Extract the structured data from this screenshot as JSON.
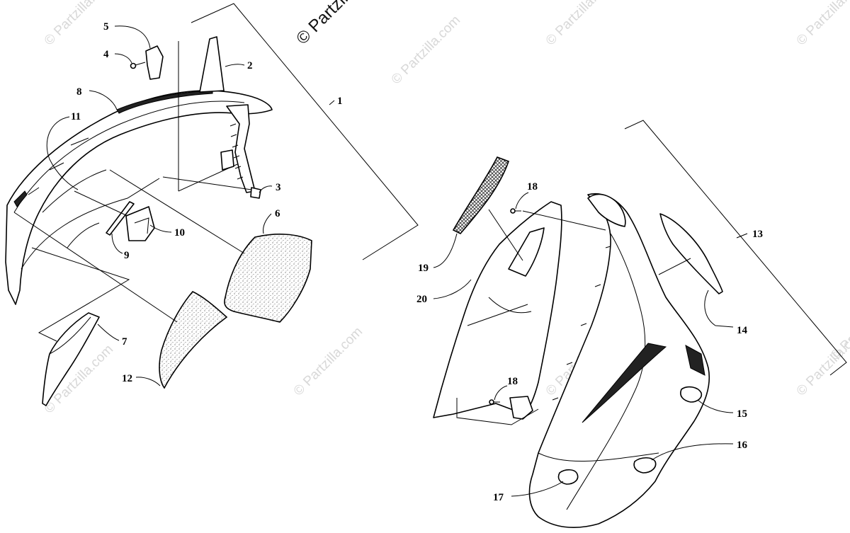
{
  "watermarks": [
    {
      "text": "© Partzilla.com"
    },
    {
      "text": "© Partzilla.com"
    },
    {
      "text": "© Partzilla.com"
    },
    {
      "text": "© Partzilla.com"
    },
    {
      "text": "© Partzilla.com"
    },
    {
      "text": "© Partzilla.com"
    },
    {
      "text": "© Partzilla.com"
    },
    {
      "text": "© Partzilla.com"
    },
    {
      "text": "© Partzilla.com"
    }
  ],
  "top_watermark": "© Partzilla",
  "callouts": [
    {
      "id": "1",
      "label": "1"
    },
    {
      "id": "2",
      "label": "2"
    },
    {
      "id": "3",
      "label": "3"
    },
    {
      "id": "4",
      "label": "4"
    },
    {
      "id": "5",
      "label": "5"
    },
    {
      "id": "6",
      "label": "6"
    },
    {
      "id": "7",
      "label": "7"
    },
    {
      "id": "8",
      "label": "8"
    },
    {
      "id": "9",
      "label": "9"
    },
    {
      "id": "10",
      "label": "10"
    },
    {
      "id": "11",
      "label": "11"
    },
    {
      "id": "12",
      "label": "12"
    },
    {
      "id": "13",
      "label": "13"
    },
    {
      "id": "14",
      "label": "14"
    },
    {
      "id": "15",
      "label": "15"
    },
    {
      "id": "16",
      "label": "16"
    },
    {
      "id": "17",
      "label": "17"
    },
    {
      "id": "18a",
      "label": "18"
    },
    {
      "id": "18b",
      "label": "18"
    },
    {
      "id": "19",
      "label": "19"
    },
    {
      "id": "20",
      "label": "20"
    }
  ]
}
